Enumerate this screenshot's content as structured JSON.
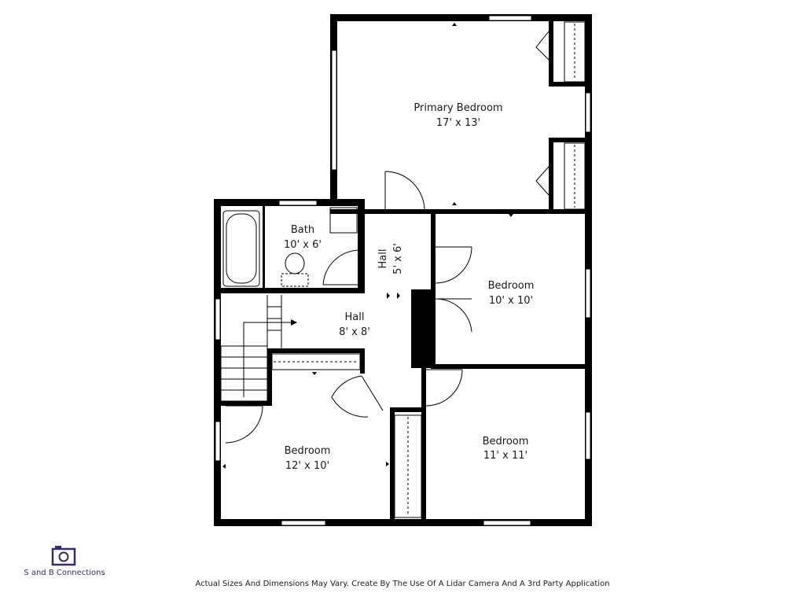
{
  "rooms": {
    "primary_bedroom": {
      "name": "Primary Bedroom",
      "size": "17' x 13'"
    },
    "bath": {
      "name": "Bath",
      "size": "10' x 6'"
    },
    "hall_upper": {
      "name": "Hall",
      "size": "5' x 6'"
    },
    "bedroom_right_upper": {
      "name": "Bedroom",
      "size": "10' x 10'"
    },
    "hall_center": {
      "name": "Hall",
      "size": "8' x 8'"
    },
    "bedroom_left_lower": {
      "name": "Bedroom",
      "size": "12' x 10'"
    },
    "bedroom_right_lower": {
      "name": "Bedroom",
      "size": "11' x 11'"
    }
  },
  "logo": {
    "brand": "S and B Connections",
    "icon": "camera-logo-icon",
    "color": "#3b2a6a"
  },
  "footer": {
    "disclaimer": "Actual Sizes And Dimensions May Vary. Create By The Use Of A Lidar Camera And A 3rd Party Application"
  }
}
